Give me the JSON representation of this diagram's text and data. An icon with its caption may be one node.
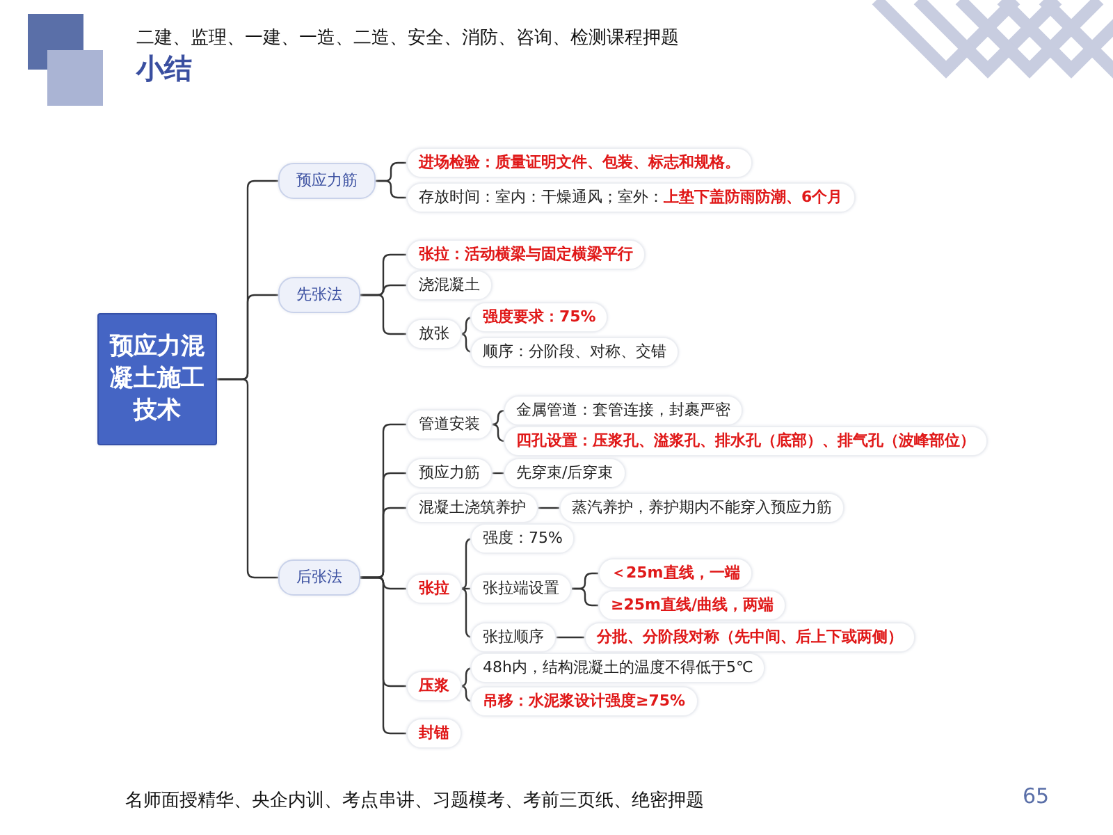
{
  "diagram": {
    "title": "小结",
    "nodes": [
      {
        "text": [
          "预应力混凝土施工技术"
        ]
      },
      {
        "text": [
          "预应力筋"
        ]
      },
      {
        "text": [
          "进场检验：质量证明文件、包装、标志和规格。"
        ]
      },
      {
        "text": [
          "存放时间：室内：干燥通风；室外：",
          "上垫下盖防雨防潮、6个月"
        ]
      },
      {
        "text": [
          "先张法"
        ]
      },
      {
        "text": [
          "张拉：活动横梁与固定横梁平行"
        ]
      },
      {
        "text": [
          "浇混凝土"
        ]
      },
      {
        "text": [
          "放张"
        ]
      },
      {
        "text": [
          "强度要求：75%"
        ]
      },
      {
        "text": [
          "顺序：分阶段、对称、交错"
        ]
      },
      {
        "text": [
          "后张法"
        ]
      },
      {
        "text": [
          "管道安装"
        ]
      },
      {
        "text": [
          "金属管道：套管连接，封裹严密"
        ]
      },
      {
        "text": [
          "四孔设置：压浆孔、溢浆孔、排水孔（底部）、排气孔（波峰部位）"
        ]
      },
      {
        "text": [
          "预应力筋"
        ]
      },
      {
        "text": [
          "先穿束/后穿束"
        ]
      },
      {
        "text": [
          "混凝土浇筑养护"
        ]
      },
      {
        "text": [
          "蒸汽养护，养护期内不能穿入预应力筋"
        ]
      },
      {
        "text": [
          "张拉"
        ]
      },
      {
        "text": [
          "强度：75%"
        ]
      },
      {
        "text": [
          "张拉端设置"
        ]
      },
      {
        "text": [
          "＜25m直线，一端"
        ]
      },
      {
        "text": [
          "≥25m直线/曲线，两端"
        ]
      },
      {
        "text": [
          "张拉顺序"
        ]
      },
      {
        "text": [
          "分批、分阶段对称（先中间、后上下或两侧）"
        ]
      },
      {
        "text": [
          "压浆"
        ]
      },
      {
        "text": [
          "48h内，结构混凝土的温度不得低于5℃"
        ]
      },
      {
        "text": [
          "吊移：水泥浆设计强度≥75%"
        ]
      },
      {
        "text": [
          "封锚"
        ]
      }
    ],
    "edges": [
      {
        "from": 0,
        "to": 1,
        "arrow": "none"
      },
      {
        "from": 0,
        "to": 4,
        "arrow": "none"
      },
      {
        "from": 0,
        "to": 10,
        "arrow": "none"
      },
      {
        "from": 1,
        "to": 2,
        "arrow": "none"
      },
      {
        "from": 1,
        "to": 3,
        "arrow": "none"
      },
      {
        "from": 4,
        "to": 5,
        "arrow": "none"
      },
      {
        "from": 4,
        "to": 6,
        "arrow": "none"
      },
      {
        "from": 4,
        "to": 7,
        "arrow": "none"
      },
      {
        "from": 7,
        "to": 8,
        "arrow": "none"
      },
      {
        "from": 7,
        "to": 9,
        "arrow": "none"
      },
      {
        "from": 10,
        "to": 11,
        "arrow": "none"
      },
      {
        "from": 10,
        "to": 14,
        "arrow": "none"
      },
      {
        "from": 10,
        "to": 16,
        "arrow": "none"
      },
      {
        "from": 10,
        "to": 18,
        "arrow": "none"
      },
      {
        "from": 10,
        "to": 25,
        "arrow": "none"
      },
      {
        "from": 10,
        "to": 28,
        "arrow": "none"
      },
      {
        "from": 11,
        "to": 12,
        "arrow": "none"
      },
      {
        "from": 11,
        "to": 13,
        "arrow": "none"
      },
      {
        "from": 14,
        "to": 15,
        "arrow": "none"
      },
      {
        "from": 16,
        "to": 17,
        "arrow": "none"
      },
      {
        "from": 18,
        "to": 19,
        "arrow": "none"
      },
      {
        "from": 18,
        "to": 20,
        "arrow": "none"
      },
      {
        "from": 18,
        "to": 23,
        "arrow": "none"
      },
      {
        "from": 20,
        "to": 21,
        "arrow": "none"
      },
      {
        "from": 20,
        "to": 22,
        "arrow": "none"
      },
      {
        "from": 23,
        "to": 24,
        "arrow": "none"
      },
      {
        "from": 25,
        "to": 26,
        "arrow": "none"
      },
      {
        "from": 25,
        "to": 27,
        "arrow": "none"
      }
    ],
    "labels": [
      "二建、监理、一建、一造、二造、安全、消防、咨询、检测课程押题",
      "名师面授精华、央企内训、考点串讲、习题模考、考前三页纸、绝密押题",
      "65"
    ]
  }
}
